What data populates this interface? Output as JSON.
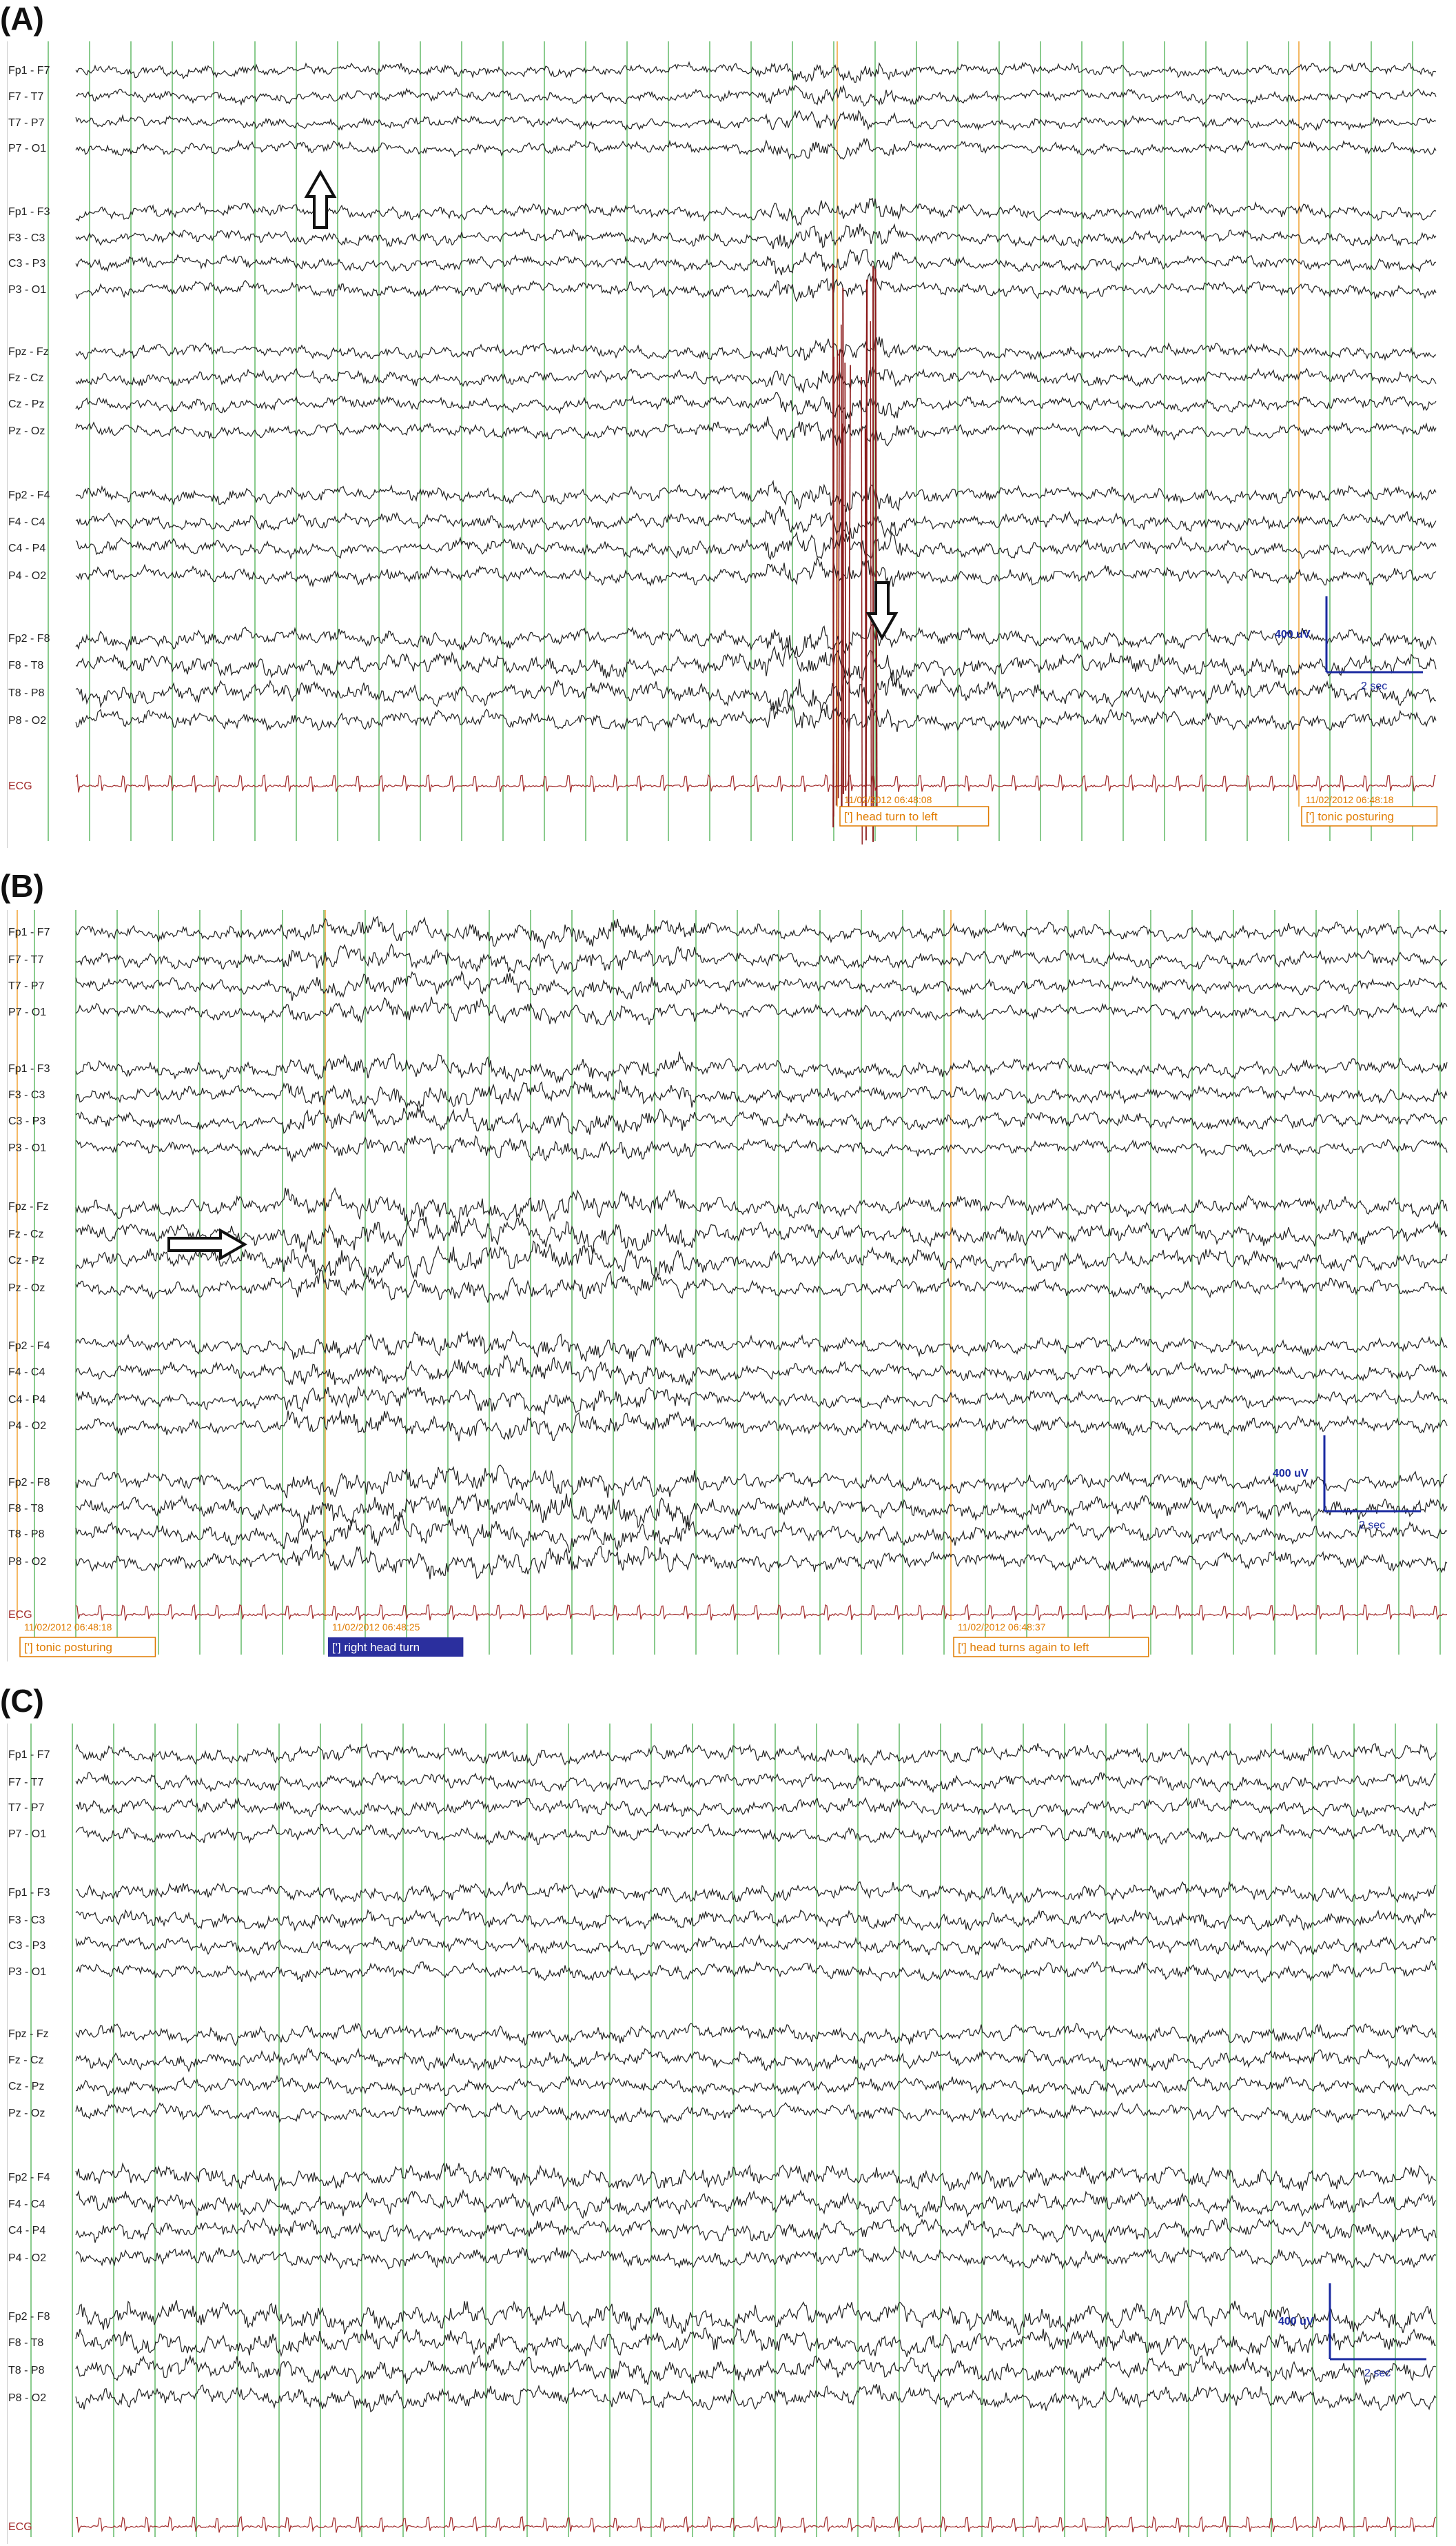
{
  "figure": {
    "panels": [
      {
        "label": "(A)",
        "channels": [
          "Fp1 - F7",
          "F7 - T7",
          "T7 - P7",
          "P7 - O1",
          "Fp1 - F3",
          "F3 - C3",
          "C3 - P3",
          "P3 - O1",
          "Fpz - Fz",
          "Fz - Cz",
          "Cz - Pz",
          "Pz - Oz",
          "Fp2 - F4",
          "F4 - C4",
          "C4 - P4",
          "P4 - O2",
          "Fp2 - F8",
          "F8 - T8",
          "T8 - P8",
          "P8 - O2",
          "ECG"
        ],
        "scale": {
          "amplitude": "400 uV",
          "time": "2 sec"
        },
        "events": [
          {
            "timestamp": "11/02/2012 06:48:08",
            "label": "['] head turn to left",
            "style": "orange-outline"
          },
          {
            "timestamp": "11/02/2012 06:48:18",
            "label": "['] tonic posturing",
            "style": "orange-outline"
          }
        ],
        "arrows": [
          {
            "direction": "up"
          },
          {
            "direction": "down"
          }
        ]
      },
      {
        "label": "(B)",
        "channels": [
          "Fp1 - F7",
          "F7 - T7",
          "T7 - P7",
          "P7 - O1",
          "Fp1 - F3",
          "F3 - C3",
          "C3 - P3",
          "P3 - O1",
          "Fpz - Fz",
          "Fz - Cz",
          "Cz - Pz",
          "Pz - Oz",
          "Fp2 - F4",
          "F4 - C4",
          "C4 - P4",
          "P4 - O2",
          "Fp2 - F8",
          "F8 - T8",
          "T8 - P8",
          "P8 - O2",
          "ECG"
        ],
        "scale": {
          "amplitude": "400 uV",
          "time": "2 sec"
        },
        "events": [
          {
            "timestamp": "11/02/2012 06:48:18",
            "label": "['] tonic posturing",
            "style": "orange-outline"
          },
          {
            "timestamp": "11/02/2012 06:48:25",
            "label": "['] right head turn",
            "style": "blue-fill"
          },
          {
            "timestamp": "11/02/2012 06:48:37",
            "label": "['] head turns again to left",
            "style": "orange-outline"
          }
        ],
        "arrows": [
          {
            "direction": "right"
          }
        ]
      },
      {
        "label": "(C)",
        "channels": [
          "Fp1 - F7",
          "F7 - T7",
          "T7 - P7",
          "P7 - O1",
          "Fp1 - F3",
          "F3 - C3",
          "C3 - P3",
          "P3 - O1",
          "Fpz - Fz",
          "Fz - Cz",
          "Cz - Pz",
          "Pz - Oz",
          "Fp2 - F4",
          "F4 - C4",
          "C4 - P4",
          "P4 - O2",
          "Fp2 - F8",
          "F8 - T8",
          "T8 - P8",
          "P8 - O2",
          "ECG"
        ],
        "scale": {
          "amplitude": "400 uV",
          "time": "2 sec"
        },
        "events": [],
        "arrows": []
      }
    ],
    "colors": {
      "trace": "#222222",
      "ecg": "#a12a2a",
      "grid": "#4caf50",
      "event_line": "#f0a030",
      "event_text": "#e07b00",
      "scale": "#1a2aa0",
      "blue_event_bg": "#2b2f9e",
      "artifact": "#8b1a1a"
    }
  }
}
